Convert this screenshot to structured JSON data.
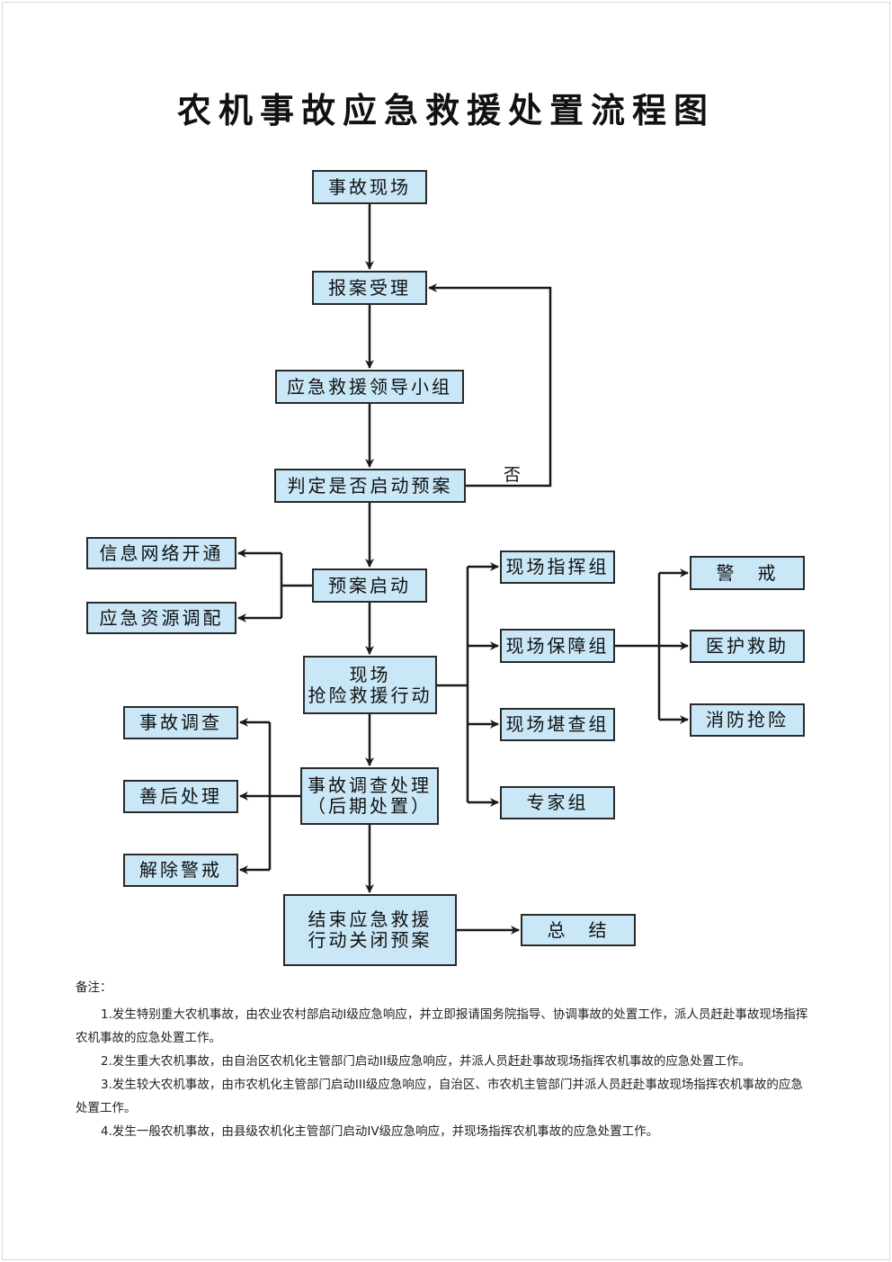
{
  "title": "农机事故应急救援处置流程图",
  "nodes": {
    "scene": "事故现场",
    "report": "报案受理",
    "leader": "应急救援领导小组",
    "judge": "判定是否启动预案",
    "info": "信息网络开通",
    "resource": "应急资源调配",
    "start": "预案启动",
    "rescue": "现场\n抢险救援行动",
    "command": "现场指挥组",
    "support": "现场保障组",
    "survey": "现场堪查组",
    "expert": "专家组",
    "guard": "警　戒",
    "medical": "医护救助",
    "fire": "消防抢险",
    "investigate": "事故调查",
    "aftermath": "善后处理",
    "lift": "解除警戒",
    "handle": "事故调查处理\n（后期处置）",
    "end": "结束应急救援\n行动关闭预案",
    "summary": "总　结"
  },
  "no_label": "否",
  "notes": {
    "heading": "备注：",
    "items": [
      "1.发生特别重大农机事故，由农业农村部启动I级应急响应，并立即报请国务院指导、协调事故的处置工作，派人员赶赴事故现场指挥农机事故的应急处置工作。",
      "2.发生重大农机事故，由自治区农机化主管部门启动II级应急响应，并派人员赶赴事故现场指挥农机事故的应急处置工作。",
      "3.发生较大农机事故，由市农机化主管部门启动III级应急响应，自治区、市农机主管部门并派人员赶赴事故现场指挥农机事故的应急处置工作。",
      "4.发生一般农机事故，由县级农机化主管部门启动IV级应急响应，并现场指挥农机事故的应急处置工作。"
    ]
  },
  "colors": {
    "box_fill": "#c9e7f6",
    "line": "#2a2a2a"
  }
}
